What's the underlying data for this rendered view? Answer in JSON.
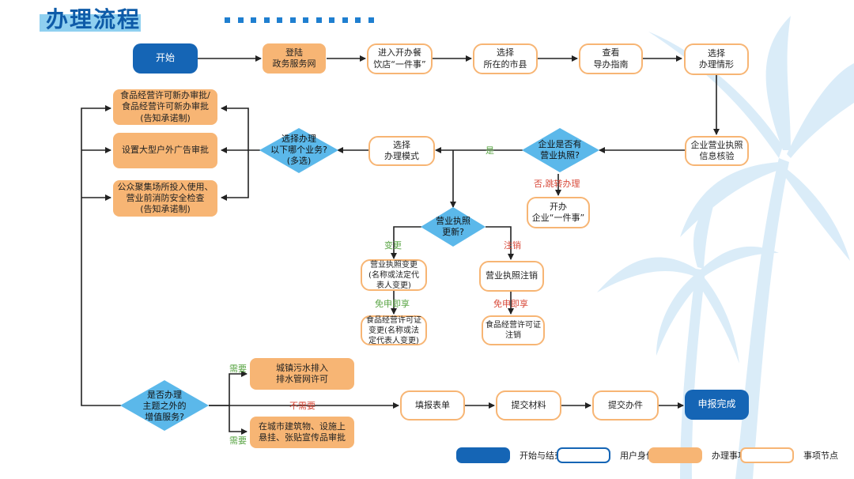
{
  "title": "办理流程",
  "colors": {
    "start_end": "#1565b5",
    "user": "#1565b5",
    "item": "#f7b574",
    "step_border": "#f7b574",
    "diamond": "#5bb8ea",
    "arrow": "#222222",
    "yes_no_green": "#5aa545",
    "red": "#d84a3a"
  },
  "nodes": {
    "start": "开始",
    "login": "登陆\n政务服务网",
    "enter": "进入开办餐\n饮店“一件事”",
    "select_city": "选择\n所在的市县",
    "view_guide": "查看\n导办指南",
    "select_situation": "选择\n办理情形",
    "verify_license": "企业营业执照\n信息核验",
    "has_license": "企业是否有\n营业执照?",
    "open_company": "开办\n企业“一件事”",
    "select_mode": "选择\n办理模式",
    "select_business": "选择办理\n以下哪个业务?\n(多选)",
    "food_permit_new": "食品经营许可新办审批/\n食品经营许可新办审批\n(告知承诺制)",
    "outdoor_ad": "设置大型户外广告审批",
    "fire_check": "公众聚集场所投入使用、\n营业前消防安全检查\n(告知承诺制)",
    "license_update": "营业执照\n更新?",
    "license_change": "营业执照变更\n(名称或法定代\n表人变更)",
    "food_permit_change": "食品经营许可证\n变更(名称或法\n定代表人变更)",
    "license_cancel": "营业执照注销",
    "food_permit_cancel": "食品经营许可证\n注销",
    "extra_service": "是否办理\n主题之外的\n增值服务?",
    "sewage": "城镇污水排入\n排水管网许可",
    "banner": "在城市建筑物、设施上\n悬挂、张贴宣传品审批",
    "fill_form": "填报表单",
    "submit_materials": "提交材料",
    "submit_case": "提交办件",
    "complete": "申报完成"
  },
  "edge_labels": {
    "yes": "是",
    "no_redirect": "否,跳转办理",
    "change": "变更",
    "cancel": "注销",
    "instant_1": "免申即享",
    "instant_2": "免申即享",
    "need_1": "需要",
    "need_2": "需要",
    "not_needed": "不需要"
  },
  "legend": [
    {
      "label": "开始与结束",
      "kind": "start"
    },
    {
      "label": "用户身份",
      "kind": "user"
    },
    {
      "label": "办理事项",
      "kind": "item"
    },
    {
      "label": "事项节点",
      "kind": "step"
    }
  ]
}
